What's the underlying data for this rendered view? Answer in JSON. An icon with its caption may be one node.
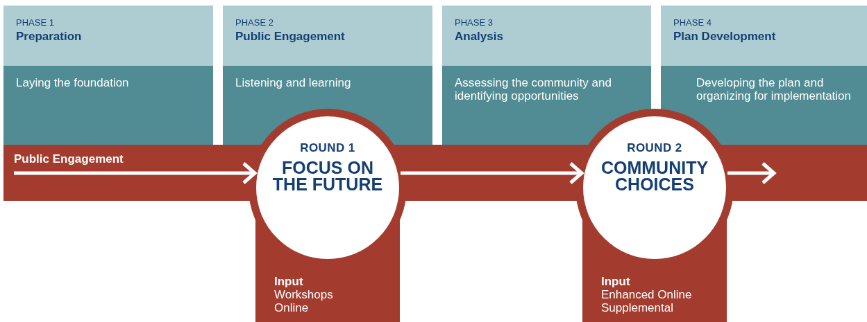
{
  "diagram": {
    "nodes": [
      {
        "text": [
          "PHASE 1",
          "Preparation",
          "Laying the foundation"
        ]
      },
      {
        "text": [
          "PHASE 2",
          "Public Engagement",
          "Listening and learning"
        ]
      },
      {
        "text": [
          "PHASE 3",
          "Analysis",
          "Assessing the community and identifying opportunities"
        ]
      },
      {
        "text": [
          "PHASE 4",
          "Plan Development",
          "Developing the plan and organizing for implementation"
        ]
      },
      {
        "text": [
          "Public Engagement"
        ]
      },
      {
        "text": [
          "Input",
          "Workshops",
          "Online"
        ]
      },
      {
        "text": [
          "ROUND 1",
          "FOCUS ON THE FUTURE"
        ]
      },
      {
        "text": [
          "Input",
          "Enhanced Online",
          "Supplemental"
        ]
      },
      {
        "text": [
          "ROUND 2",
          "COMMUNITY CHOICES"
        ]
      },
      {
        "text": [],
        "shape": "bar"
      }
    ],
    "edges": [
      {
        "from": 4,
        "to": 6,
        "arrow": "to"
      },
      {
        "from": 6,
        "to": 8,
        "arrow": "to"
      },
      {
        "from": 8,
        "to": 9,
        "arrow": "to"
      }
    ]
  }
}
